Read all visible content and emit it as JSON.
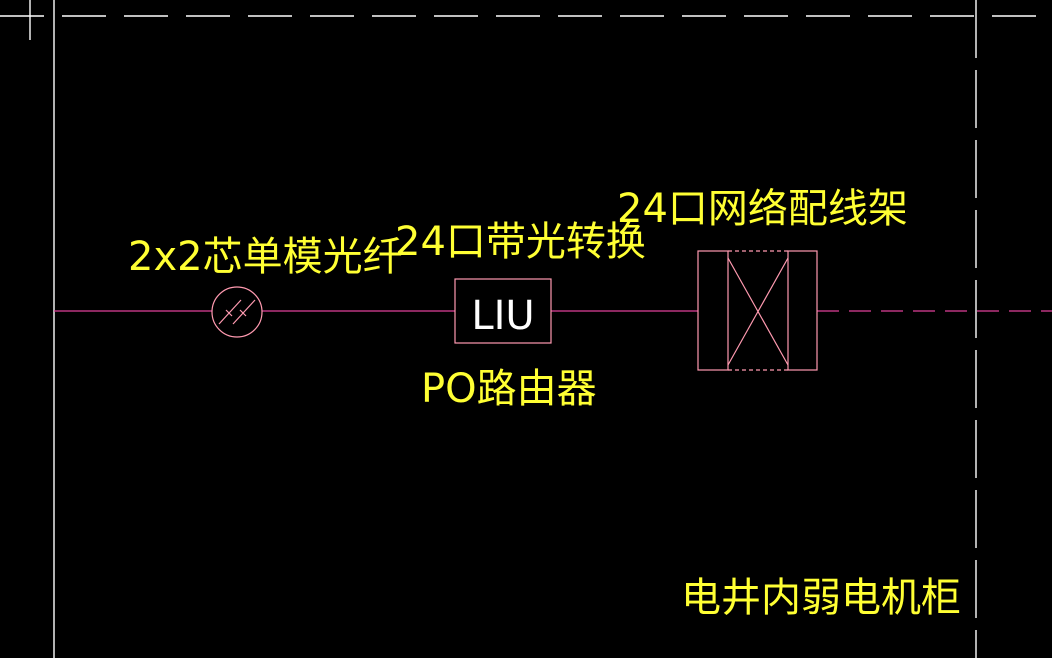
{
  "colors": {
    "background": "#000000",
    "frame": "#ffffff",
    "wire": "#e0409a",
    "symbol": "#ff9ab0",
    "label": "#ffff33",
    "symbol_text": "#ffffff"
  },
  "labels": {
    "fiber": "2x2芯单模光纤",
    "converter": "24口带光转换",
    "patch_panel": "24口网络配线架",
    "router": "PO路由器",
    "cabinet": "电井内弱电机柜"
  },
  "symbols": {
    "liu_text": "LIU"
  }
}
